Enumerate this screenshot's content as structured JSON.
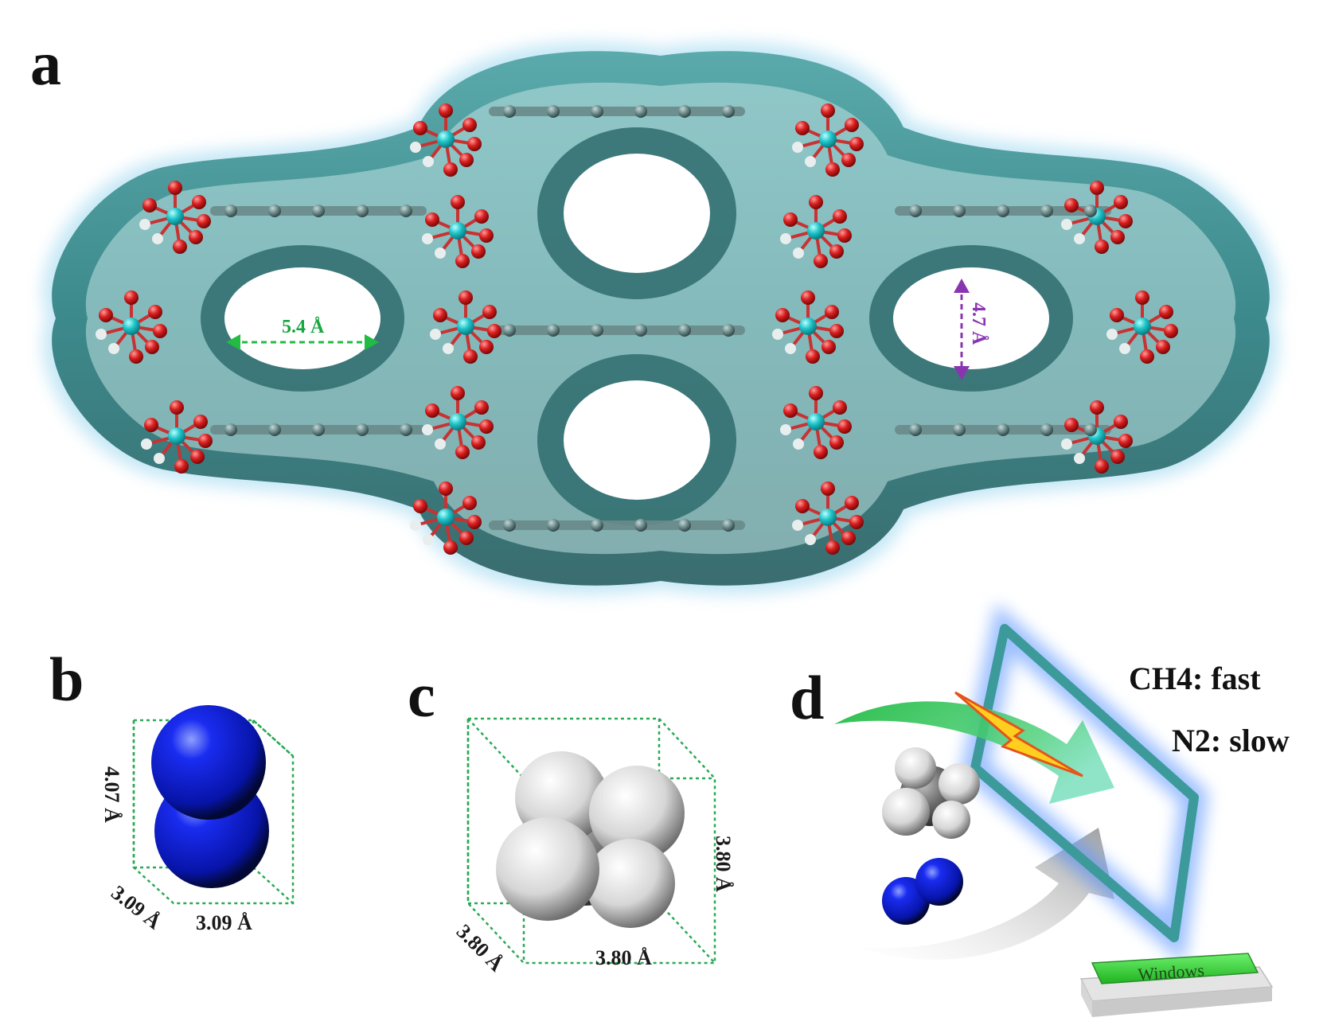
{
  "panels": {
    "a": {
      "letter": "a",
      "pore_width": "5.4 Å",
      "pore_height": "4.7 Å"
    },
    "b": {
      "letter": "b",
      "height": "4.07 Å",
      "depth": "3.09 Å",
      "width": "3.09 Å"
    },
    "c": {
      "letter": "c",
      "height": "3.80 Å",
      "depth": "3.80 Å",
      "width": "3.80 Å"
    },
    "d": {
      "letter": "d",
      "ch4_label": "CH4: fast",
      "n2_label": "N2: slow",
      "window_label": "Windows"
    }
  },
  "colors": {
    "framework_shell": "#2f8f8f",
    "metal": "#1fc4c9",
    "oxygen": "#d81e1e",
    "carbon": "#6a8a8a",
    "hydrogen": "#e8eeee",
    "nitrogen": "#0a1bd0",
    "methane_carbon": "#555555",
    "green_arrow": "#22bb44",
    "purple_arrow": "#8a35b0"
  }
}
